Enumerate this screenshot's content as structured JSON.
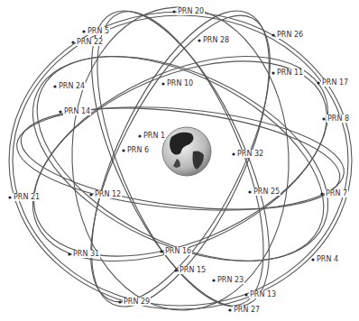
{
  "diagram": {
    "labels": [
      "PRN 20",
      "PRN 5",
      "PRN 22",
      "PRN 28",
      "PRN 26",
      "PRN 24",
      "PRN 11",
      "PRN 17",
      "PRN 10",
      "PRN 14",
      "PRN 8",
      "PRN 1",
      "PRN 6",
      "PRN 32",
      "PRN 21",
      "PRN 12",
      "PRN 25",
      "PRN 7",
      "PRN 31",
      "PRN 16",
      "PRN 15",
      "PRN 23",
      "PRN 4",
      "PRN 13",
      "PRN 29",
      "PRN 27"
    ]
  }
}
